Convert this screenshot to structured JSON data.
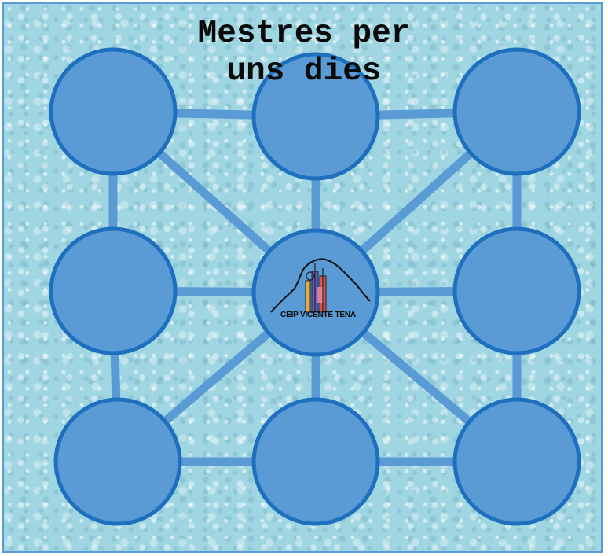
{
  "title": {
    "line1": "Mestres per",
    "line2": "uns dies"
  },
  "logo": {
    "caption": "CEIP VICENTE TENA"
  },
  "colors": {
    "node_fill": "#5b9bd5",
    "node_stroke": "#1f6fbf",
    "edge": "#5b9bd5",
    "background": "#9fd6e2"
  },
  "diagram": {
    "nodes": [
      "top-left",
      "top-center",
      "top-right",
      "middle-left",
      "center",
      "middle-right",
      "bottom-left",
      "bottom-center",
      "bottom-right"
    ],
    "edges": [
      [
        "top-left",
        "top-center"
      ],
      [
        "top-center",
        "top-right"
      ],
      [
        "top-left",
        "middle-left"
      ],
      [
        "top-right",
        "middle-right"
      ],
      [
        "middle-left",
        "bottom-left"
      ],
      [
        "middle-right",
        "bottom-right"
      ],
      [
        "bottom-left",
        "bottom-center"
      ],
      [
        "bottom-center",
        "bottom-right"
      ],
      [
        "middle-left",
        "center"
      ],
      [
        "center",
        "middle-right"
      ],
      [
        "top-center",
        "center"
      ],
      [
        "center",
        "bottom-center"
      ],
      [
        "top-left",
        "center"
      ],
      [
        "top-right",
        "center"
      ],
      [
        "bottom-left",
        "center"
      ],
      [
        "bottom-right",
        "center"
      ]
    ]
  }
}
